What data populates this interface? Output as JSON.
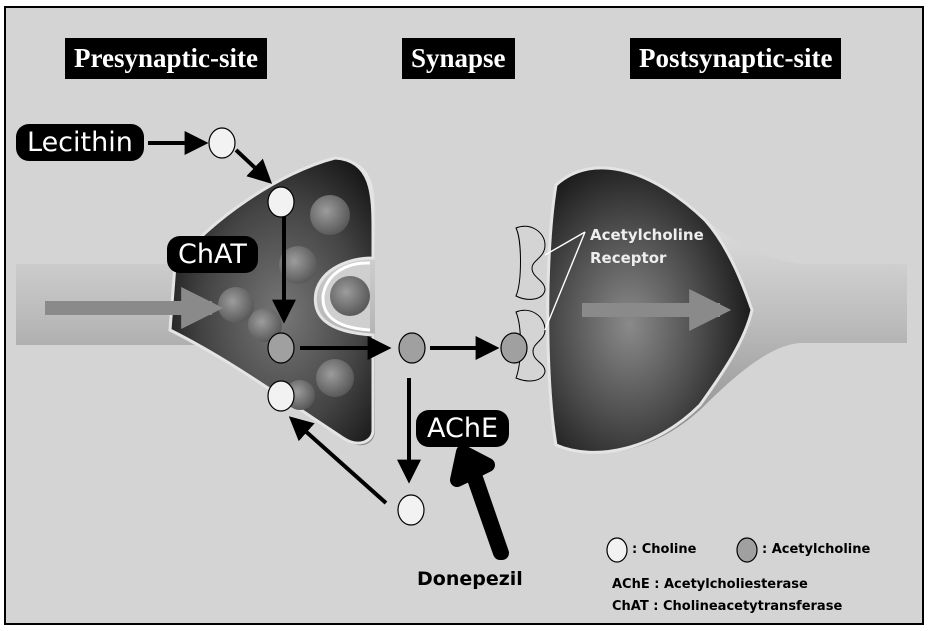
{
  "headers": {
    "presynaptic": "Presynaptic-site",
    "synapse": "Synapse",
    "postsynaptic": "Postsynaptic-site"
  },
  "labels": {
    "lecithin": "Lecithin",
    "chat": "ChAT",
    "ache": "AChE",
    "receptor_line1": "Acetylcholine",
    "receptor_line2": "Receptor",
    "donepezil": "Donepezil"
  },
  "legend": {
    "choline": ": Choline",
    "acetylcholine": ": Acetylcholine",
    "ache_def": "AChE : Acetylcholiesterase",
    "chat_def": "ChAT : Cholineacetytransferase"
  },
  "colors": {
    "background": "#d4d4d4",
    "border": "#000000",
    "label_bg": "#000000",
    "label_text": "#ffffff",
    "choline_fill": "#f2f2f2",
    "acetylcholine_fill": "#a0a0a0"
  },
  "icons": {
    "choline": "open-circle",
    "acetylcholine": "gray-circle"
  }
}
